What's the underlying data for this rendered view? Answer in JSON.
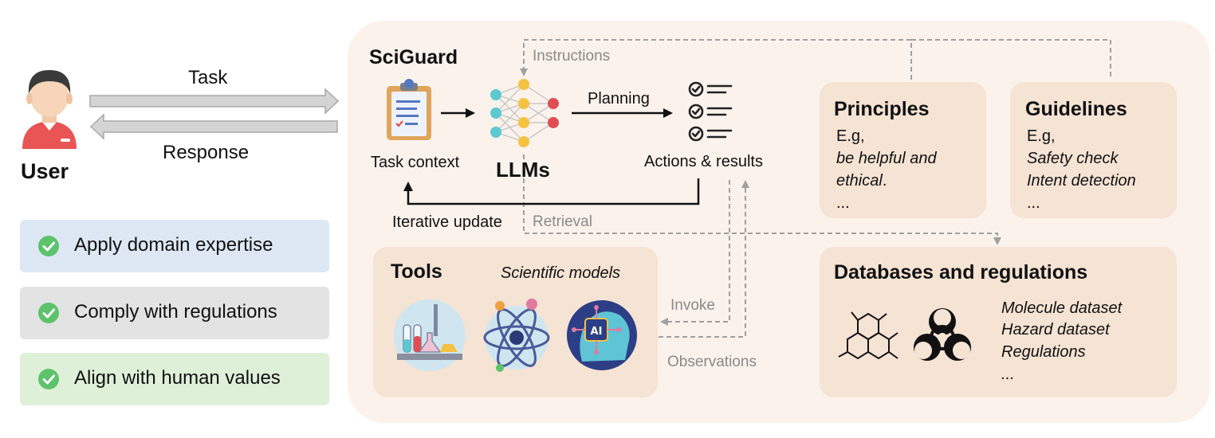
{
  "user": {
    "label": "User"
  },
  "flows": {
    "task": "Task",
    "response": "Response"
  },
  "values": [
    {
      "label": "Apply domain expertise",
      "color": "#dde8f4"
    },
    {
      "label": "Comply with regulations",
      "color": "#e3e3e3"
    },
    {
      "label": "Align with human values",
      "color": "#dff0d9"
    }
  ],
  "sciguard": {
    "title": "SciGuard",
    "task_context": "Task context",
    "llms": "LLMs",
    "planning": "Planning",
    "actions": "Actions & results",
    "iterative": "Iterative update",
    "instructions": "Instructions",
    "retrieval": "Retrieval",
    "invoke": "Invoke",
    "observations": "Observations"
  },
  "principles": {
    "title": "Principles",
    "eg": "E.g,",
    "line1": "be helpful  and",
    "line2": "ethical",
    "line2_suffix": ".",
    "more": "..."
  },
  "guidelines": {
    "title": "Guidelines",
    "eg": "E.g,",
    "line1": "Safety check",
    "line2": "Intent detection",
    "more": "..."
  },
  "tools": {
    "title": "Tools",
    "subtitle": "Scientific  models",
    "icons": [
      "lab-flask-icon",
      "atom-icon",
      "ai-head-icon"
    ],
    "ai_text": "AI"
  },
  "databases": {
    "title": "Databases and regulations",
    "items": [
      "Molecule dataset",
      "Hazard dataset",
      "Regulations",
      "..."
    ]
  },
  "colors": {
    "panel": "#f5e3d4",
    "bigbox": "#fbf2ec",
    "arrow_grey": "#a0a0a0"
  }
}
